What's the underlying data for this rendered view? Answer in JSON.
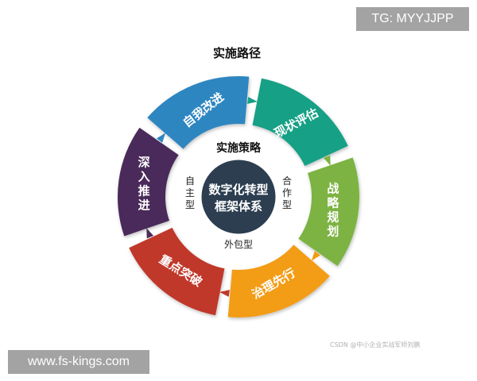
{
  "diagram": {
    "top_title": "实施路径",
    "strategy_title": "实施策略",
    "center": {
      "line1": "数字化转型",
      "line2": "框架体系"
    },
    "segments": [
      {
        "id": "current-assessment",
        "text": "现状评估",
        "color": "#16a085"
      },
      {
        "id": "strategic-planning",
        "text": "战略规划",
        "color": "#7cb342"
      },
      {
        "id": "governance-first",
        "text": "治理先行",
        "color": "#f39c12"
      },
      {
        "id": "key-breakthrough",
        "text": "重点突破",
        "color": "#c0392b"
      },
      {
        "id": "deep-advance",
        "text": "深入推进",
        "color": "#4a2c5a"
      },
      {
        "id": "self-improvement",
        "text": "自我改进",
        "color": "#2e86c1"
      }
    ],
    "strategies": [
      {
        "id": "self-owned",
        "text": "自主型"
      },
      {
        "id": "cooperative",
        "text": "合作型"
      },
      {
        "id": "outsourced",
        "text": "外包型"
      }
    ],
    "center_color": "#2c3e50",
    "source_watermark": "CSDN @中小企业实战军师刘鹏"
  },
  "overlays": {
    "tg": "TG: MYYJJPP",
    "url": "www.fs-kings.com"
  }
}
